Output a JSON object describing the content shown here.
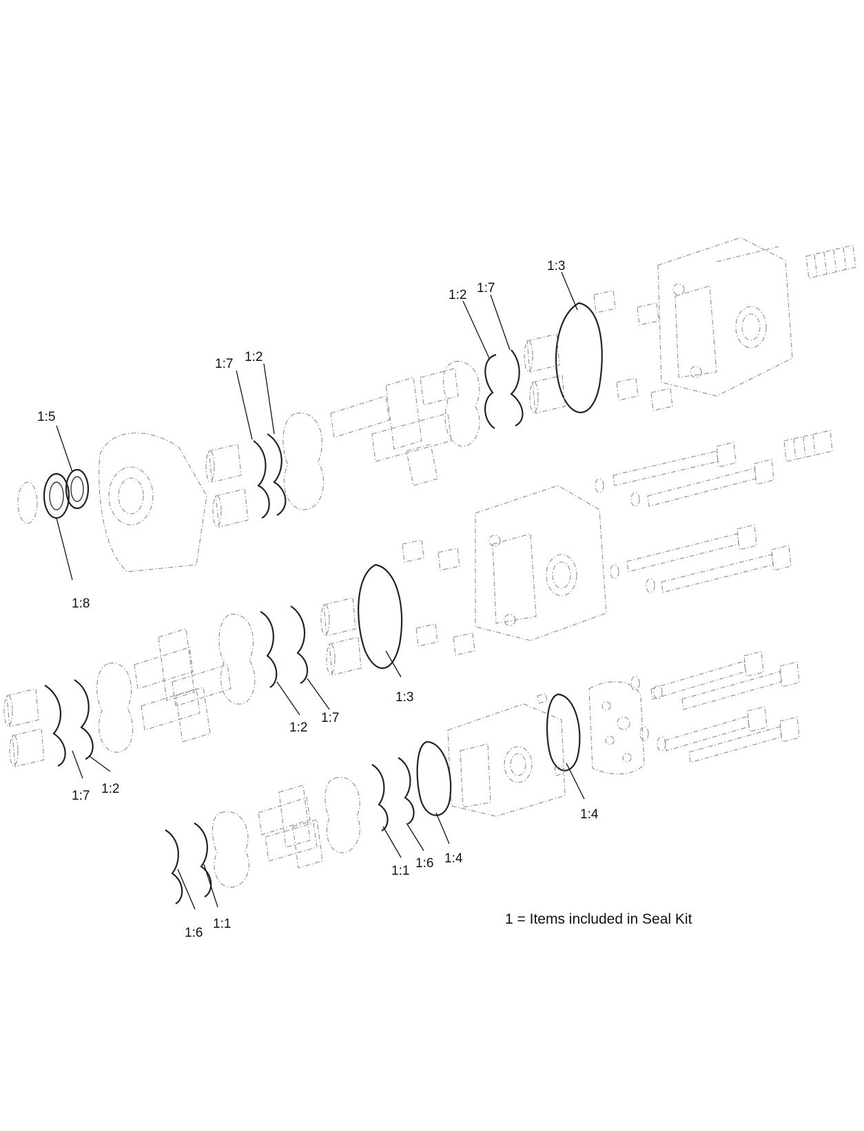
{
  "callouts": [
    {
      "id": "c1",
      "text": "1:3"
    },
    {
      "id": "c2",
      "text": "1:2"
    },
    {
      "id": "c3",
      "text": "1:7"
    },
    {
      "id": "c4",
      "text": "1:7"
    },
    {
      "id": "c5",
      "text": "1:2"
    },
    {
      "id": "c6",
      "text": "1:5"
    },
    {
      "id": "c7",
      "text": "1:8"
    },
    {
      "id": "c8",
      "text": "1:2"
    },
    {
      "id": "c9",
      "text": "1:7"
    },
    {
      "id": "c10",
      "text": "1:3"
    },
    {
      "id": "c11",
      "text": "1:7"
    },
    {
      "id": "c12",
      "text": "1:2"
    },
    {
      "id": "c13",
      "text": "1:4"
    },
    {
      "id": "c14",
      "text": "1:1"
    },
    {
      "id": "c15",
      "text": "1:6"
    },
    {
      "id": "c16",
      "text": "1:4"
    },
    {
      "id": "c17",
      "text": "1:6"
    },
    {
      "id": "c18",
      "text": "1:1"
    }
  ],
  "legend": {
    "note": "1 = Items included in Seal Kit"
  }
}
